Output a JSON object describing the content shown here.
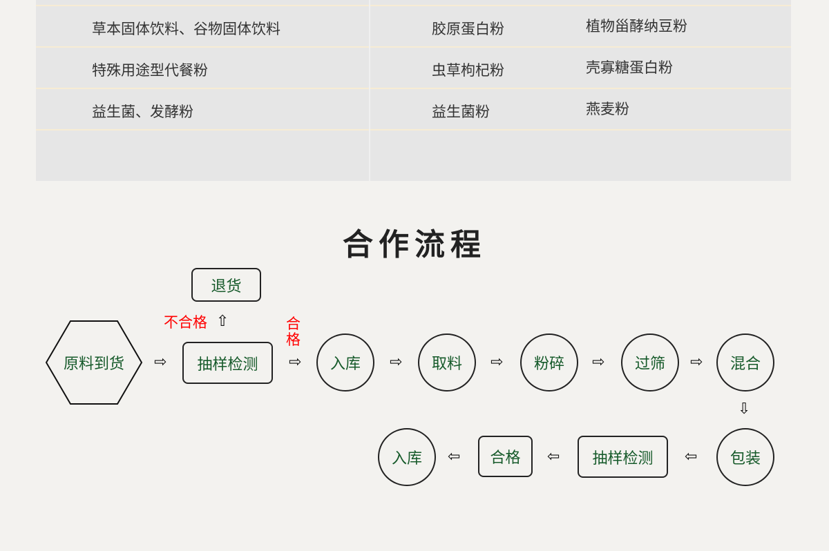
{
  "table": {
    "rows": [
      [
        "草本固体饮料、谷物固体饮料",
        "胶原蛋白粉",
        "植物甾酵纳豆粉"
      ],
      [
        "特殊用途型代餐粉",
        "虫草枸杞粉",
        "壳寡糖蛋白粉"
      ],
      [
        "益生菌、发酵粉",
        "益生菌粉",
        "燕麦粉"
      ]
    ]
  },
  "section_title": "合作流程",
  "flow": {
    "raw_arrival": "原料到货",
    "sampling1": "抽样检测",
    "return": "退货",
    "fail_label": "不合格",
    "pass_label_1": "合",
    "pass_label_2": "格",
    "storage1": "入库",
    "take": "取料",
    "crush": "粉碎",
    "sieve": "过筛",
    "mix": "混合",
    "pack": "包装",
    "sampling2": "抽样检测",
    "qualified": "合格",
    "storage2": "入库",
    "arrow_right": "⇨",
    "arrow_left": "⇦",
    "arrow_up": "⇧",
    "arrow_down": "⇩"
  },
  "colors": {
    "node_text": "#165a2a",
    "label_red": "#ff0000"
  }
}
